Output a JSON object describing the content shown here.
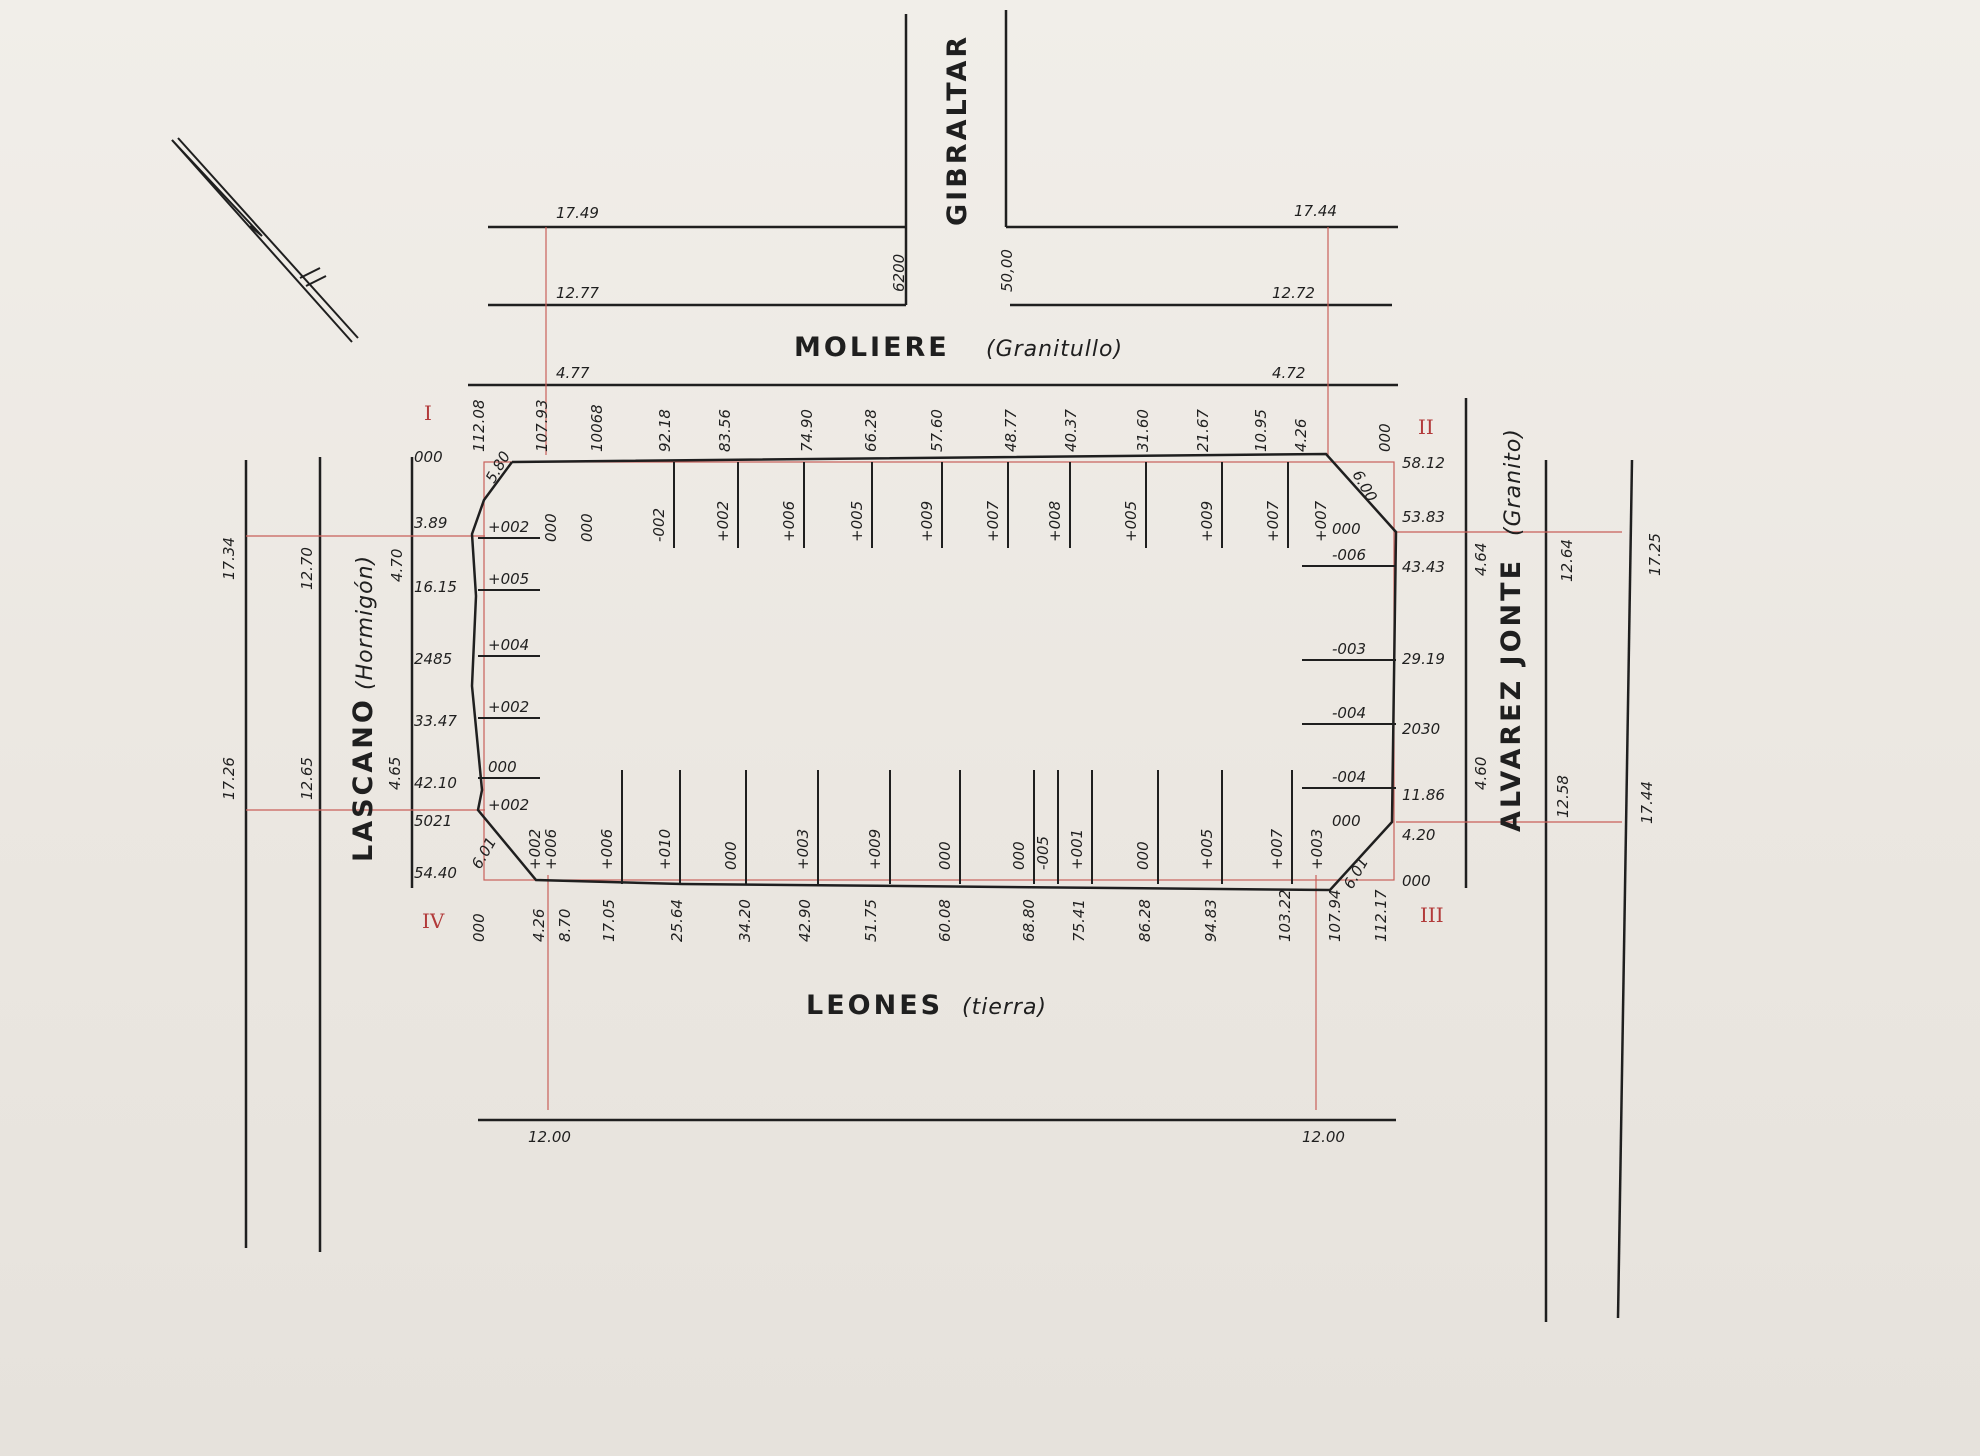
{
  "streets": {
    "gibraltar": "GIBRALTAR",
    "moliere": "MOLIERE",
    "moliere_sub": "(Granitullo)",
    "lascano": "LASCANO",
    "lascano_sub": "(Hormigón)",
    "alvarez": "ALVAREZ JONTE",
    "alvarez_sub": "(Granito)",
    "leones": "LEONES",
    "leones_sub": "(tierra)"
  },
  "corners": [
    "I",
    "II",
    "III",
    "IV"
  ],
  "widths": {
    "top_outer_left": "17.49",
    "top_outer_right": "17.44",
    "top_mid_left": "12.77",
    "top_mid_right": "12.72",
    "top_inner_left": "4.77",
    "top_inner_right": "4.72",
    "gib_left": "6200",
    "gib_right": "50,00",
    "left_outer_top": "17.34",
    "left_outer_bottom": "17.26",
    "left_mid_top": "12.70",
    "left_mid_bottom": "12.65",
    "left_inner_top": "4.70",
    "left_inner_bottom": "4.65",
    "right_inner_top": "4.64",
    "right_inner_bottom": "4.60",
    "right_mid_top": "12.64",
    "right_mid_bottom": "12.58",
    "right_outer_top": "17.25",
    "right_outer_bottom": "17.44",
    "bottom_left": "12.00",
    "bottom_right": "12.00"
  },
  "top_distances": [
    "112.08",
    "107.93",
    "10068",
    "92.18",
    "83.56",
    "74.90",
    "66.28",
    "57.60",
    "48.77",
    "40.37",
    "31.60",
    "21.67",
    "10.95",
    "4.26",
    "000"
  ],
  "top_levels": [
    "000",
    "000",
    "-002",
    "+002",
    "+006",
    "+005",
    "+009",
    "+007",
    "+008",
    "+005",
    "+009",
    "+007",
    "+007"
  ],
  "left_distances": [
    "000",
    "3.89",
    "16.15",
    "2485",
    "33.47",
    "42.10",
    "5021",
    "54.40"
  ],
  "left_levels": [
    "+002",
    "+005",
    "+004",
    "+002",
    "000",
    "+002"
  ],
  "left_chamfer_top": "5.80",
  "left_chamfer_bottom": "6.01",
  "right_distances": [
    "58.12",
    "53.83",
    "43.43",
    "29.19",
    "2030",
    "11.86",
    "4.20",
    "000"
  ],
  "right_levels": [
    "000",
    "-006",
    "-003",
    "-004",
    "-004",
    "000"
  ],
  "right_chamfer_top": "6.00",
  "right_chamfer_bottom": "6.01",
  "bottom_distances": [
    "000",
    "4.26",
    "8.70",
    "17.05",
    "25.64",
    "34.20",
    "42.90",
    "51.75",
    "60.08",
    "68.80",
    "75.41",
    "86.28",
    "94.83",
    "103.22",
    "107.94",
    "112.17"
  ],
  "bottom_levels": [
    "+002",
    "+006",
    "+006",
    "+010",
    "000",
    "+003",
    "+009",
    "000",
    "000",
    "-005",
    "+001",
    "000",
    "+005",
    "+007",
    "+003"
  ],
  "colors": {
    "ink": "#1f1f1f",
    "red_line": "#c9605a",
    "paper": "#ece8e2"
  }
}
